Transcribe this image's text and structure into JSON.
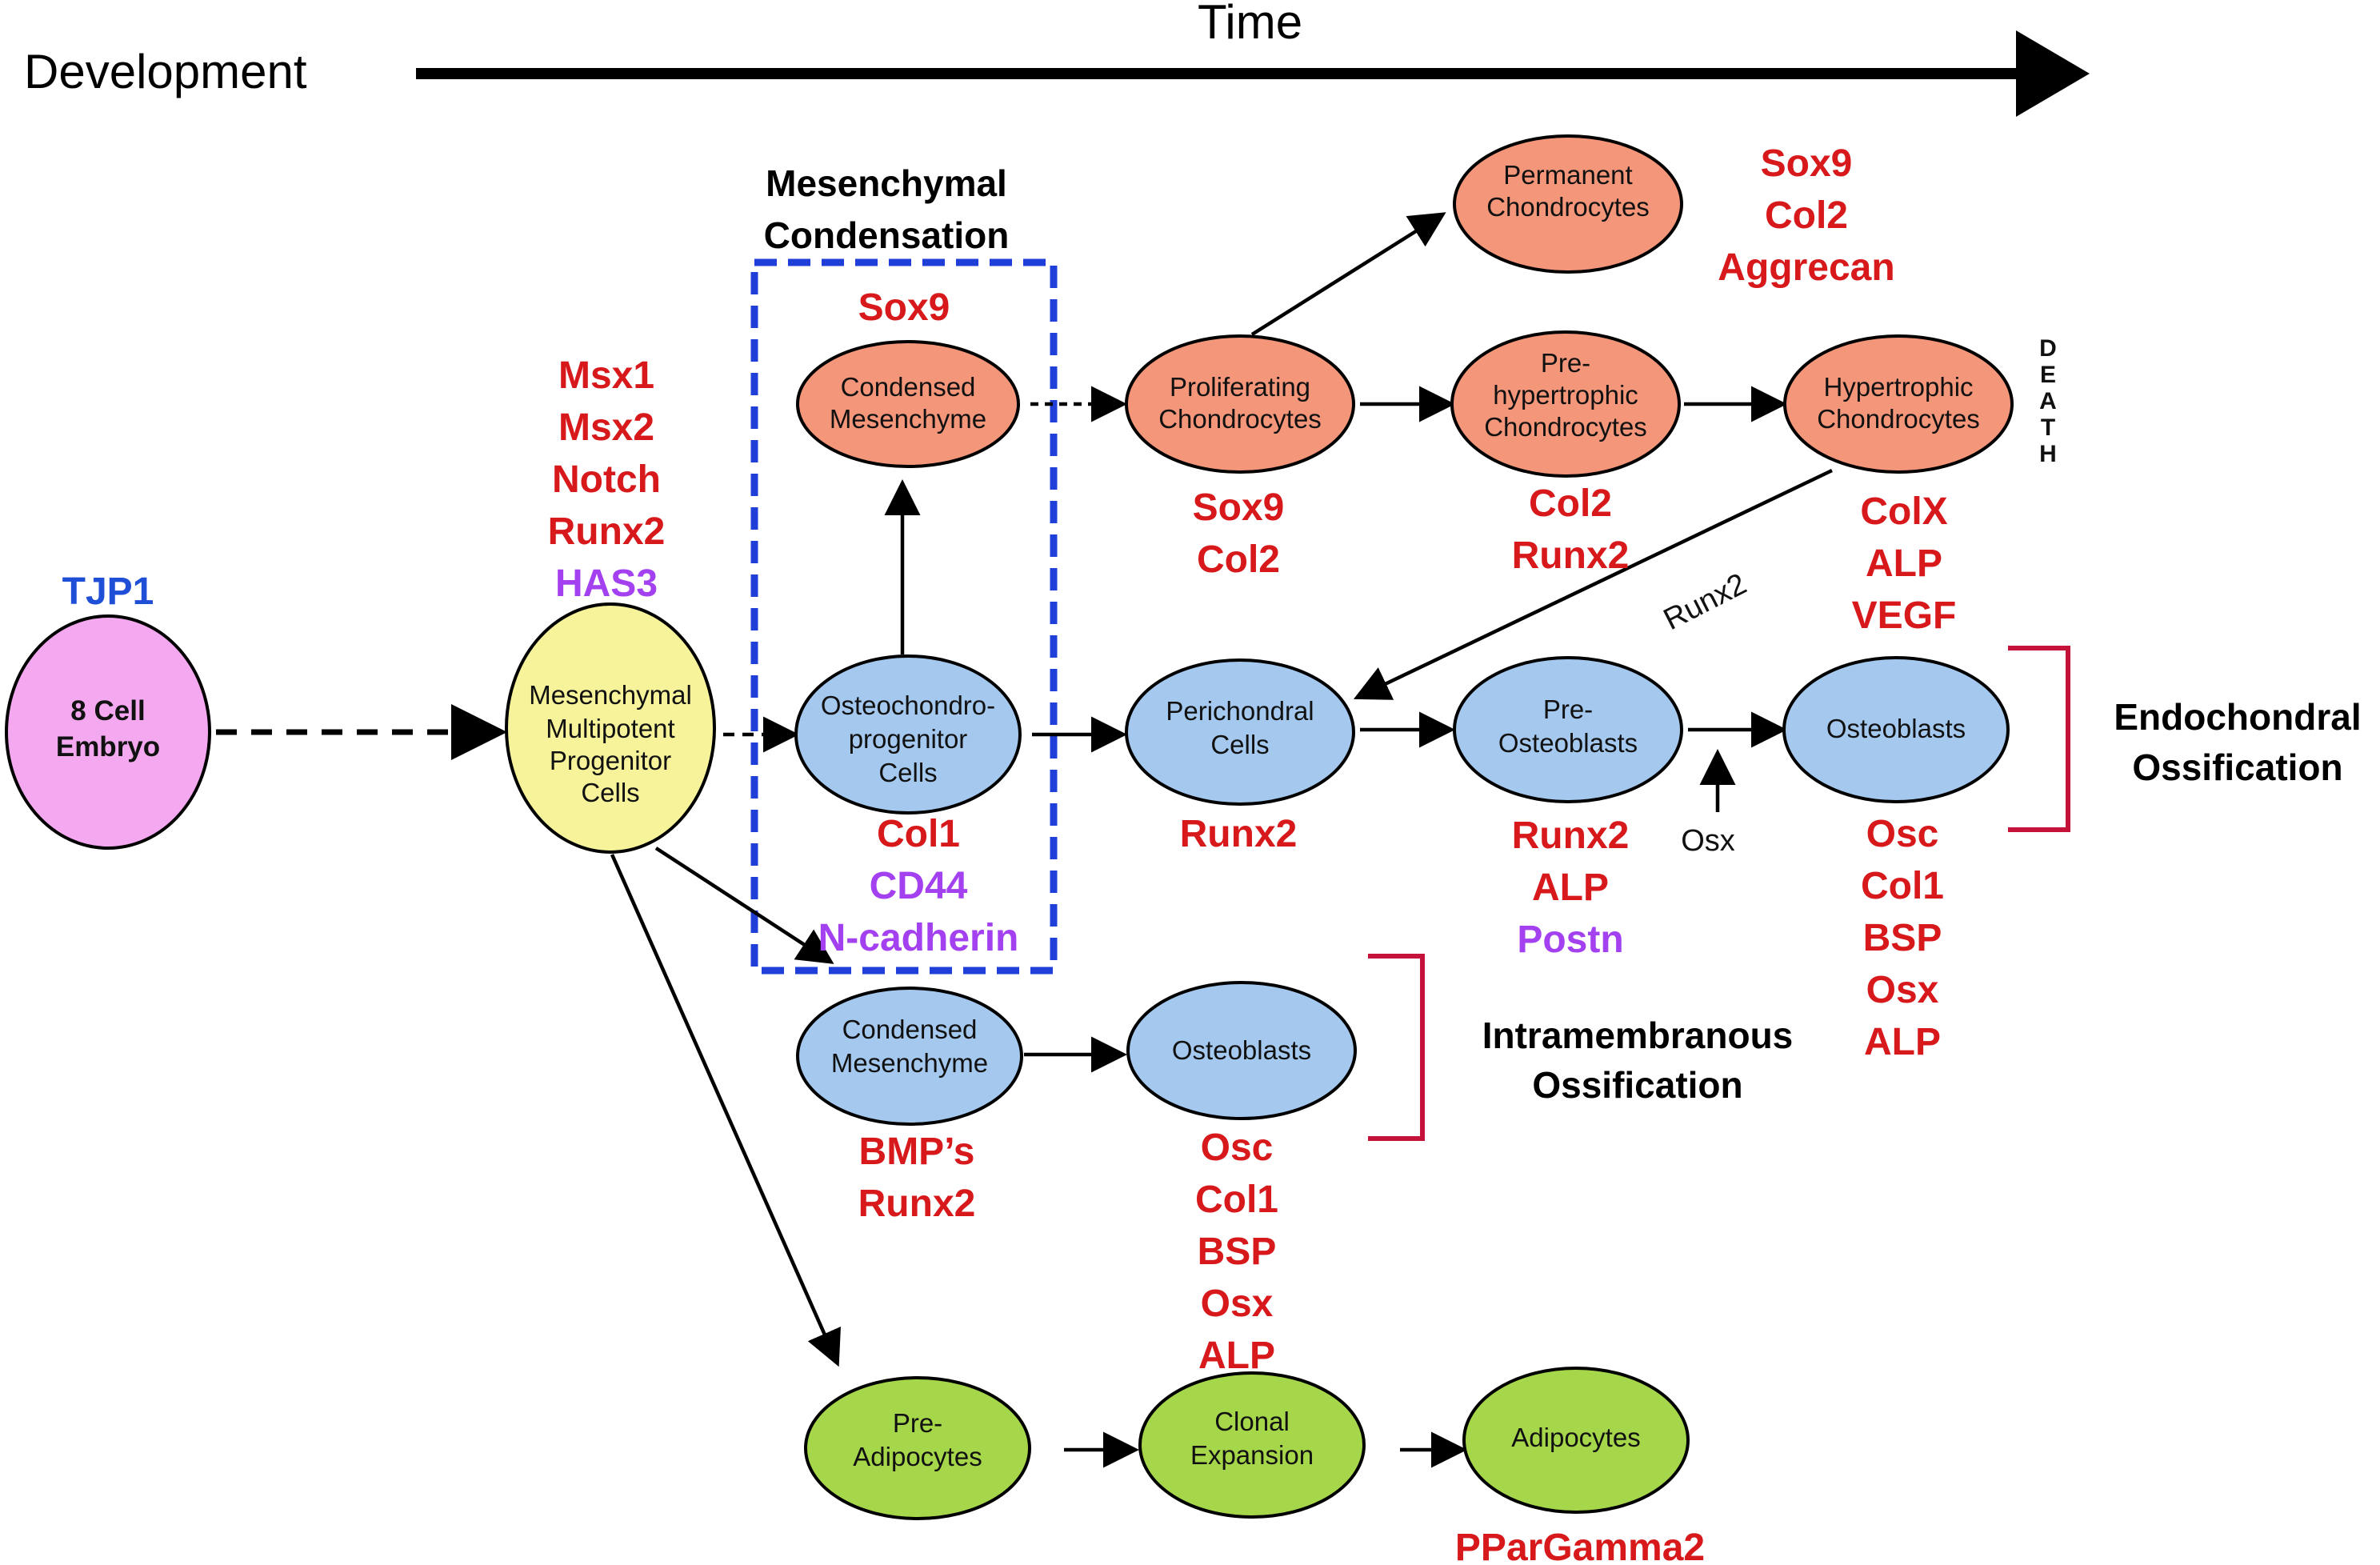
{
  "header": {
    "left_label": "Development",
    "time_label": "Time"
  },
  "condensation_box": {
    "title_line1": "Mesenchymal",
    "title_line2": "Condensation"
  },
  "embryo": {
    "line1": "8 Cell",
    "line2": "Embryo",
    "marker": "TJP1"
  },
  "progenitor": {
    "line1": "Mesenchymal",
    "line2": "Multipotent",
    "line3": "Progenitor",
    "line4": "Cells",
    "markers": [
      "Msx1",
      "Msx2",
      "Notch",
      "Runx2"
    ],
    "marker_purple": "HAS3"
  },
  "chondro_row": {
    "condensed": {
      "line1": "Condensed",
      "line2": "Mesenchyme",
      "marker": "Sox9"
    },
    "proliferating": {
      "line1": "Proliferating",
      "line2": "Chondrocytes",
      "markers": [
        "Sox9",
        "Col2"
      ]
    },
    "prehypertrophic": {
      "line1": "Pre-",
      "line2": "hypertrophic",
      "line3": "Chondrocytes",
      "markers": [
        "Col2",
        "Runx2"
      ]
    },
    "hypertrophic": {
      "line1": "Hypertrophic",
      "line2": "Chondrocytes",
      "markers": [
        "ColX",
        "ALP",
        "VEGF"
      ]
    },
    "permanent": {
      "line1": "Permanent",
      "line2": "Chondrocytes",
      "markers": [
        "Sox9",
        "Col2",
        "Aggrecan"
      ]
    },
    "death": [
      "D",
      "E",
      "A",
      "T",
      "H"
    ]
  },
  "osteo_row": {
    "osteochondro": {
      "line1": "Osteochondro-",
      "line2": "progenitor",
      "line3": "Cells",
      "marker_red": "Col1",
      "markers_purple": [
        "CD44",
        "N-cadherin"
      ]
    },
    "perichondral": {
      "line1": "Perichondral",
      "line2": "Cells",
      "marker": "Runx2"
    },
    "preosteoblasts": {
      "line1": "Pre-",
      "line2": "Osteoblasts",
      "markers": [
        "Runx2",
        "ALP"
      ],
      "marker_purple": "Postn"
    },
    "osteoblasts": {
      "label": "Osteoblasts",
      "markers": [
        "Osc",
        "Col1",
        "BSP",
        "Osx",
        "ALP"
      ]
    },
    "runx2_arrow_label": "Runx2",
    "osx_arrow_label": "Osx",
    "bracket_line1": "Endochondral",
    "bracket_line2": "Ossification"
  },
  "intramembranous": {
    "condensed": {
      "line1": "Condensed",
      "line2": "Mesenchyme",
      "markers": [
        "BMP’s",
        "Runx2"
      ]
    },
    "osteoblasts": {
      "label": "Osteoblasts",
      "markers": [
        "Osc",
        "Col1",
        "BSP",
        "Osx",
        "ALP"
      ]
    },
    "bracket_line1": "Intramembranous",
    "bracket_line2": "Ossification"
  },
  "adipo_row": {
    "pre": {
      "line1": "Pre-",
      "line2": "Adipocytes"
    },
    "clonal": {
      "line1": "Clonal",
      "line2": "Expansion"
    },
    "adipocytes": {
      "label": "Adipocytes",
      "marker": "PParGamma2"
    }
  },
  "colors": {
    "chondro_fill": "#f4967a",
    "osteo_fill": "#a4c8ee",
    "progenitor_fill": "#f7f39a",
    "embryo_fill": "#f4a8ef",
    "adipo_fill": "#a6d64a",
    "marker_red": "#d7191c",
    "marker_purple": "#a340f0",
    "marker_blue": "#1f4fd6",
    "bracket": "#c4123a",
    "box_dash": "#1f3fd8"
  }
}
